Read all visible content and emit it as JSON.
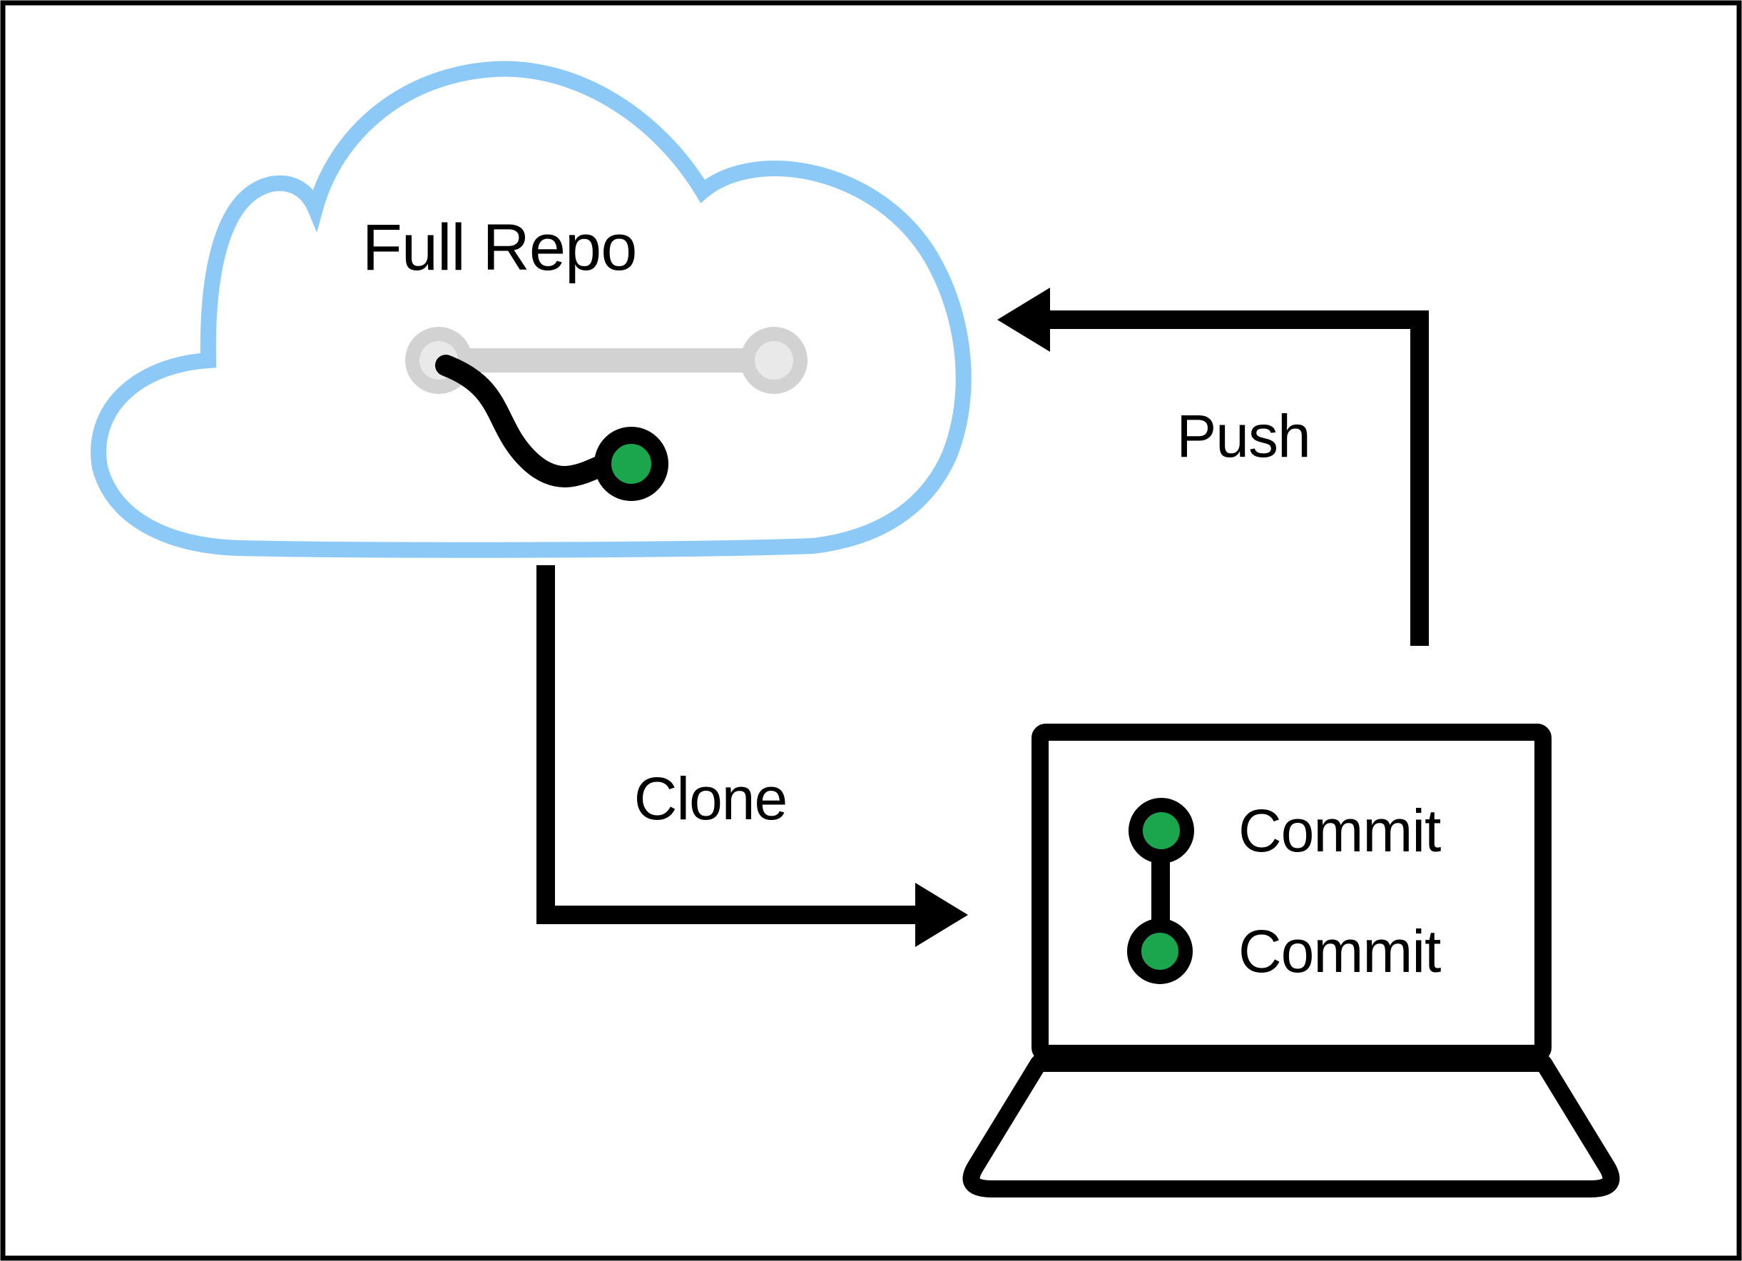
{
  "labels": {
    "cloud": "Full Repo",
    "push": "Push",
    "clone": "Clone",
    "commit_top": "Commit",
    "commit_bottom": "Commit"
  },
  "colors": {
    "cloud_blue": "#8CC9F7",
    "green": "#1BA64E",
    "gray": "#D2D2D2",
    "gray_light": "#E9E9E9",
    "black": "#000000",
    "background": "#FFFFFF"
  }
}
